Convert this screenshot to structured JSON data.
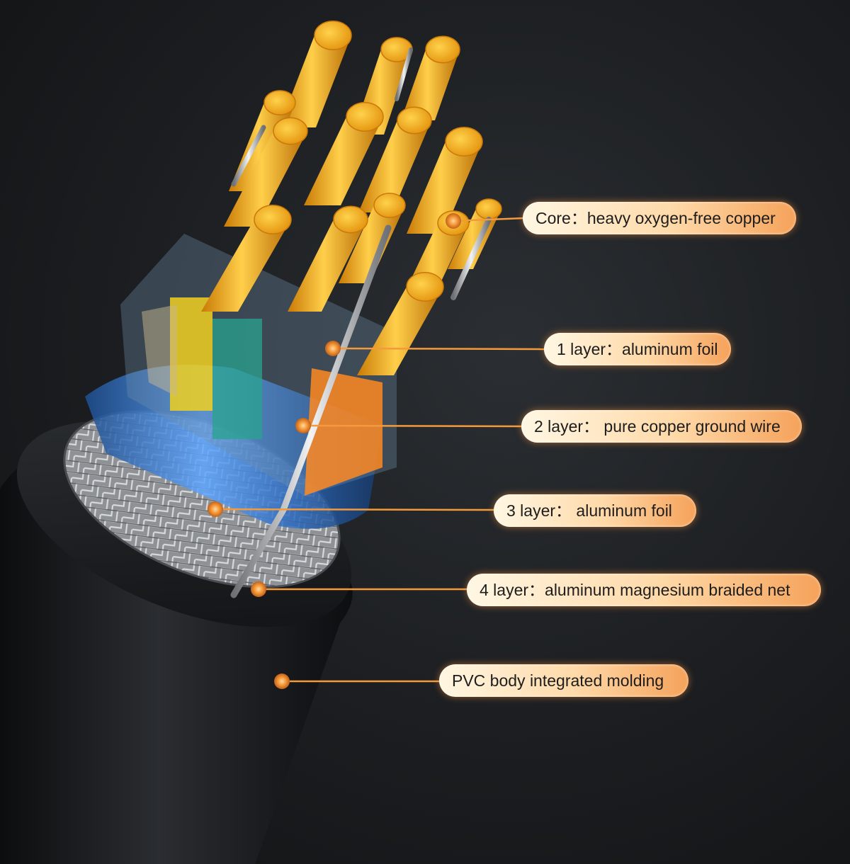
{
  "callouts": [
    {
      "text": "Core：heavy oxygen-free copper"
    },
    {
      "text": "1 layer：aluminum foil"
    },
    {
      "text": "2 layer：  pure copper ground wire"
    },
    {
      "text": "3 layer：  aluminum foil"
    },
    {
      "text": "4 layer：aluminum magnesium braided net"
    },
    {
      "text": "PVC body integrated molding"
    }
  ],
  "colors": {
    "accent": "#f39a3c",
    "jacket": "#141618",
    "copper": "#f2a417",
    "foil_blue": "#3a7fd0",
    "braid": "#b9bcbf"
  }
}
